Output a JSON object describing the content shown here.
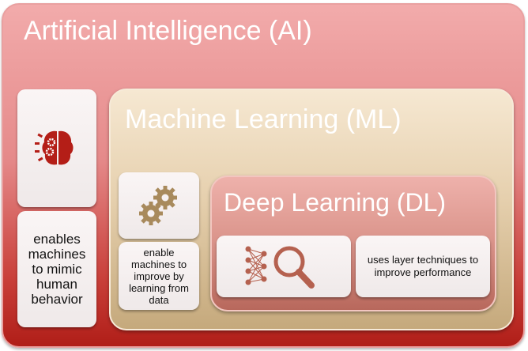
{
  "ai": {
    "title": "Artificial Intelligence (AI)",
    "description": "enables machines to mimic human behavior",
    "icon": "brain-gears-icon",
    "color": "#b01e18"
  },
  "ml": {
    "title": "Machine Learning (ML)",
    "description": "enable machines to improve by learning from data",
    "icon": "gears-icon",
    "color": "#a88a5c"
  },
  "dl": {
    "title": "Deep Learning (DL)",
    "description": "uses layer techniques to improve performance",
    "icon": "neural-network-magnifier-icon",
    "color": "#b5614f"
  }
}
